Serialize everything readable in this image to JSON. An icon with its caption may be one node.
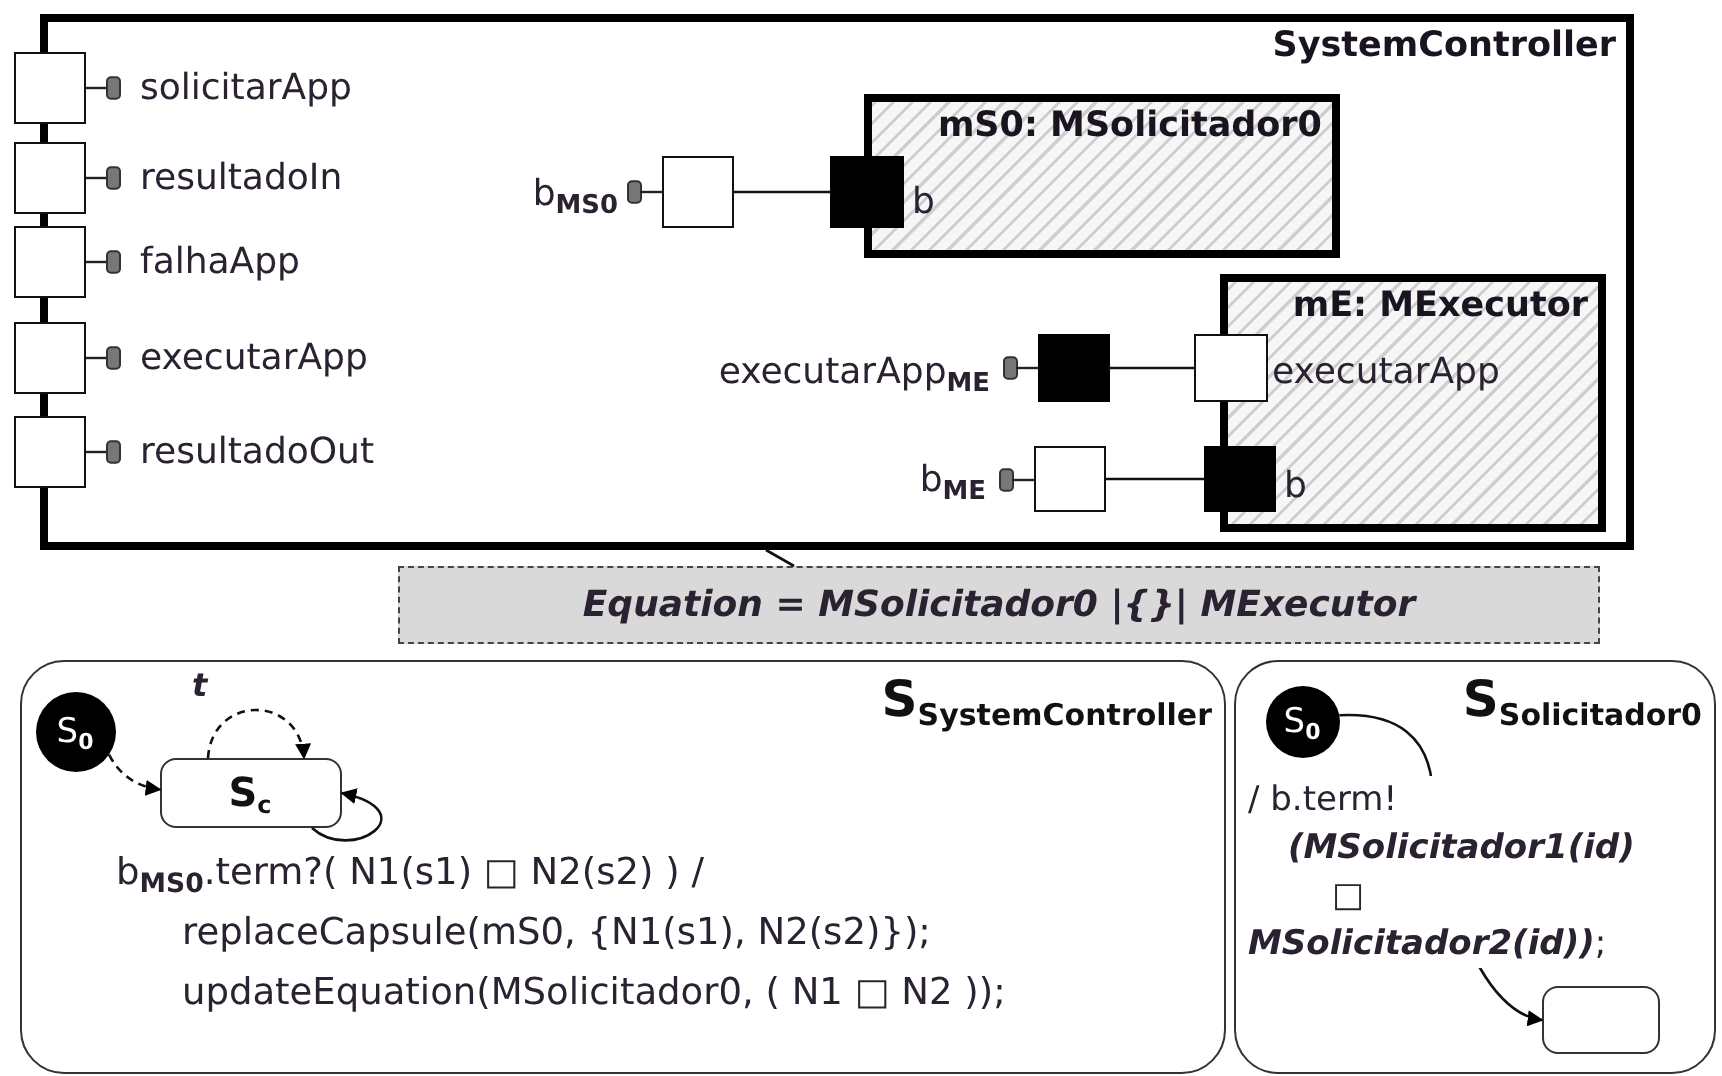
{
  "diagram": {
    "nodes": [
      {
        "text": [
          "SystemController"
        ]
      },
      {
        "text": [],
        "shape": "box",
        "beside": [
          "solicitarApp"
        ]
      },
      {
        "text": [],
        "shape": "box",
        "beside": [
          "resultadoIn"
        ]
      },
      {
        "text": [],
        "shape": "box",
        "beside": [
          "falhaApp"
        ]
      },
      {
        "text": [],
        "shape": "box",
        "beside": [
          "executarApp"
        ]
      },
      {
        "text": [],
        "shape": "box",
        "beside": [
          "resultadoOut"
        ]
      },
      {
        "text": [
          "mS0: MSolicitador0"
        ],
        "in": 0
      },
      {
        "text": [],
        "shape": "box",
        "in": 0,
        "beside": [
          "b$_{MS0}$"
        ]
      },
      {
        "text": [],
        "shape": "box",
        "in": 0,
        "beside": [
          "b"
        ]
      },
      {
        "text": [
          "mE: MExecutor"
        ],
        "in": 0
      },
      {
        "text": [],
        "shape": "box",
        "in": 0,
        "beside": [
          "executarApp$_{ME}$"
        ]
      },
      {
        "text": [],
        "shape": "box",
        "in": 0,
        "beside": [
          "executarApp"
        ]
      },
      {
        "text": [],
        "shape": "box",
        "in": 0,
        "beside": [
          "b$_{ME}$"
        ]
      },
      {
        "text": [],
        "shape": "box",
        "in": 0,
        "beside": [
          "b"
        ]
      },
      {
        "text": [
          "Equation = MSolicitador0 |{}| MExecutor"
        ]
      },
      {
        "text": [
          "S$_{SystemController}$"
        ]
      },
      {
        "text": [
          "S$_{0}$"
        ],
        "in": 15
      },
      {
        "text": [
          "S$_{c}$"
        ],
        "in": 15
      },
      {
        "text": [
          "S$_{Solicitador0}$"
        ]
      },
      {
        "text": [
          "S$_{0}$"
        ],
        "in": 18
      },
      {
        "text": [],
        "shape": "box",
        "in": 18
      }
    ],
    "edges": [
      {
        "from": 7,
        "to": 8,
        "arrow": "none"
      },
      {
        "from": 10,
        "to": 11,
        "arrow": "none"
      },
      {
        "from": 12,
        "to": 13,
        "arrow": "none"
      },
      {
        "from": 14,
        "to": 0,
        "arrow": "none"
      },
      {
        "from": 16,
        "to": 17,
        "arrow": "to",
        "style": "dashed"
      },
      {
        "from": 17,
        "to": 17,
        "arrow": "to",
        "style": "dashed",
        "label": "t"
      },
      {
        "from": 17,
        "to": 17,
        "arrow": "to",
        "label": "b$_{MS0}$.term?( N1(s1) □ N2(s2) ) / replaceCapsule(mS0, {N1(s1), N2(s2)}); updateEquation(MSolicitador0, ( N1 □ N2 ));"
      },
      {
        "from": 19,
        "to": 20,
        "arrow": "to",
        "label": "/ b.term! **(MSolicitador1(id)** □ **MSolicitador2(id))**;"
      }
    ]
  }
}
